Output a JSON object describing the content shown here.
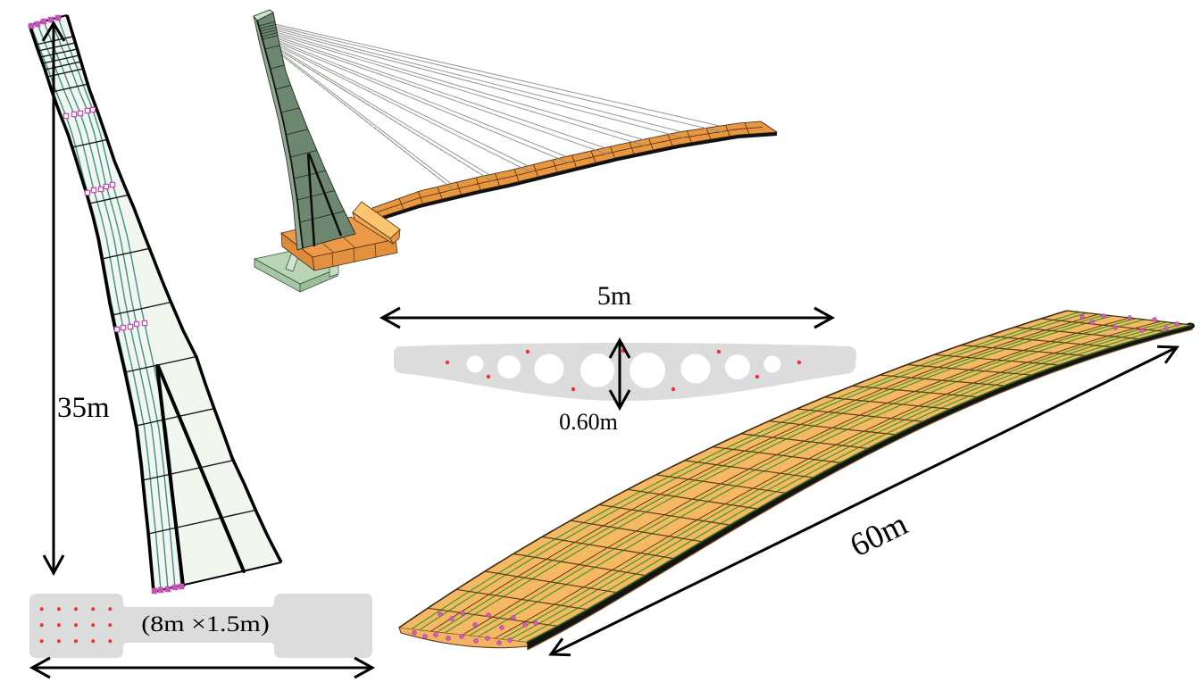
{
  "labels": {
    "pylon_height": "35m",
    "pylon_section": "(8m ×1.5m)",
    "deck_width": "5m",
    "deck_depth": "0.60m",
    "deck_length": "60m"
  },
  "features": {
    "pylon_tendons": 5,
    "pylon_section_rebar_rows": 3,
    "pylon_section_rebar_cols": 5,
    "deck_section_voids": 8,
    "deck_section_tendons": 9,
    "model_cable_pairs": 8
  },
  "colors": {
    "dimension_ink": "#000000",
    "pylon_fill": "#f1f7ef",
    "pylon_tendon": "#3d8e8b",
    "tendon_anchor": "#c652b5",
    "section_fill": "#dcdcdc",
    "section_rebar": "#ef3030",
    "model_pylon_front": "#6e8771",
    "model_pylon_side": "#92a992",
    "model_pylon_top": "#cde1cc",
    "model_foundation": "#b8d5b6",
    "model_pier_cap": "#ec9a48",
    "model_wedge": "#fdc470",
    "model_deck": "#e8963f",
    "model_cable": "#8c8c8c",
    "model_cable_highlight": "#5fa24e",
    "deck_surface": "#f7b863",
    "deck_mesh_line": "#5c3c14",
    "deck_tendon": "#3c9a2c",
    "deck_side": "#141414",
    "deck_anchor": "#d35cc4"
  }
}
